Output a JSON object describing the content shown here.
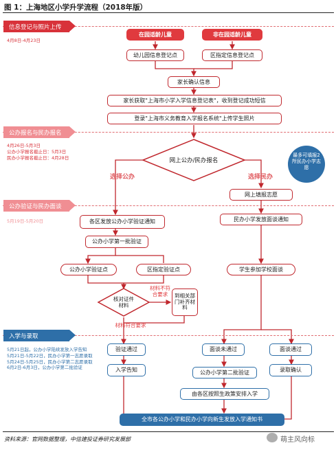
{
  "title": "图 1：上海地区小学升学流程（2018年版）",
  "sections": [
    {
      "label": "信息登记与照片上传",
      "dates": "4月8日-4月23日"
    },
    {
      "label": "公办报名与民办报名",
      "dates": "4月26日-5月3日\n公办小学报名截止日：5月3日\n民办小学报名截止日：4月28日"
    },
    {
      "label": "公办验证与民办面谈",
      "dates": "5月19日-5月20日"
    },
    {
      "label": "入学与录取",
      "dates": "5月21日起，公办小学陆续发放入学告知\n5月21日-5月22日，民办小学第一志愿录取\n5月24日-5月25日，民办小学第二志愿录取\n6月2日-6月3日，公办小学第二批验证"
    }
  ],
  "nodes": {
    "in_school": "在园适龄儿童",
    "not_in_school": "非在园适龄儿童",
    "kindergarten_reg": "幼儿园信息登记点",
    "district_reg": "区指定信息登记点",
    "parent_confirm": "家长确认信息",
    "parent_receive": "家长获取\"上海市小学入学信息登记表\"，收到登记成功短信",
    "login_upload": "登录\"上海市义务教育入学报名系统\"上传学生照片",
    "online_apply": "网上公办/民办报名",
    "choose_public": "选择公办",
    "choose_private": "选择民办",
    "max_note": "最多可填报2所民办小学志愿",
    "online_wish": "网上填报志愿",
    "district_notice": "各区发放公办小学验证通知",
    "private_notice": "民办小学发放面谈通知",
    "public_first_verify": "公办小学第一批验证",
    "public_verify_point": "公办小学验证点",
    "district_verify_point": "区指定验证点",
    "student_interview": "学生参加学校面谈",
    "check_docs": "核对证件材料",
    "docs_incomplete": "材料不符合要求",
    "go_dept": "到相关部门补齐材料",
    "docs_ok": "材料符合要求",
    "verify_pass": "验证通过",
    "interview_fail": "面谈未通过",
    "interview_pass": "面谈通过",
    "admission_notice": "入学告知",
    "public_second_verify": "公办小学第二批验证",
    "enroll_confirm": "录取确认",
    "district_arrange": "由各区按照生政策安排入学",
    "final": "全市各公办小学和民办小学向新生发放入学通知书"
  },
  "footer": "资料来源：官网数据整理，中信建投证券研究发展部",
  "watermark": "萌主风向标"
}
